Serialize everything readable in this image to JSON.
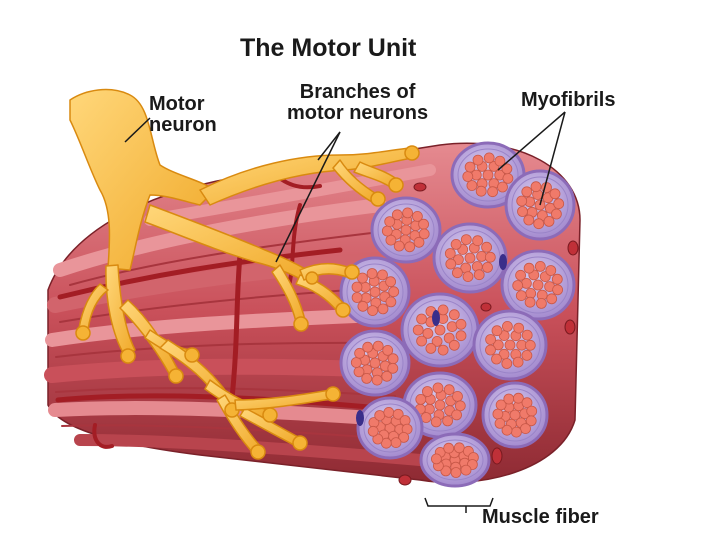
{
  "diagram": {
    "title": "The Motor Unit",
    "labels": {
      "motor_neuron_line1": "Motor",
      "motor_neuron_line2": "neuron",
      "branches_line1": "Branches of",
      "branches_line2": "motor neurons",
      "myofibrils": "Myofibrils",
      "muscle_fiber": "Muscle fiber"
    },
    "colors": {
      "background": "#ffffff",
      "muscle": "#c9505a",
      "muscle_dark": "#8e2a33",
      "muscle_light": "#e58a90",
      "vessel": "#a31d24",
      "fiber_membrane": "#8c6bb8",
      "fiber_fill": "#c3b3e0",
      "myofibril": "#f07a6a",
      "nucleus": "#3a2e8a",
      "neuron": "#f5b335",
      "neuron_light": "#ffd77a",
      "neuron_dark": "#d98a10",
      "leader_line": "#1a1a1a"
    }
  }
}
